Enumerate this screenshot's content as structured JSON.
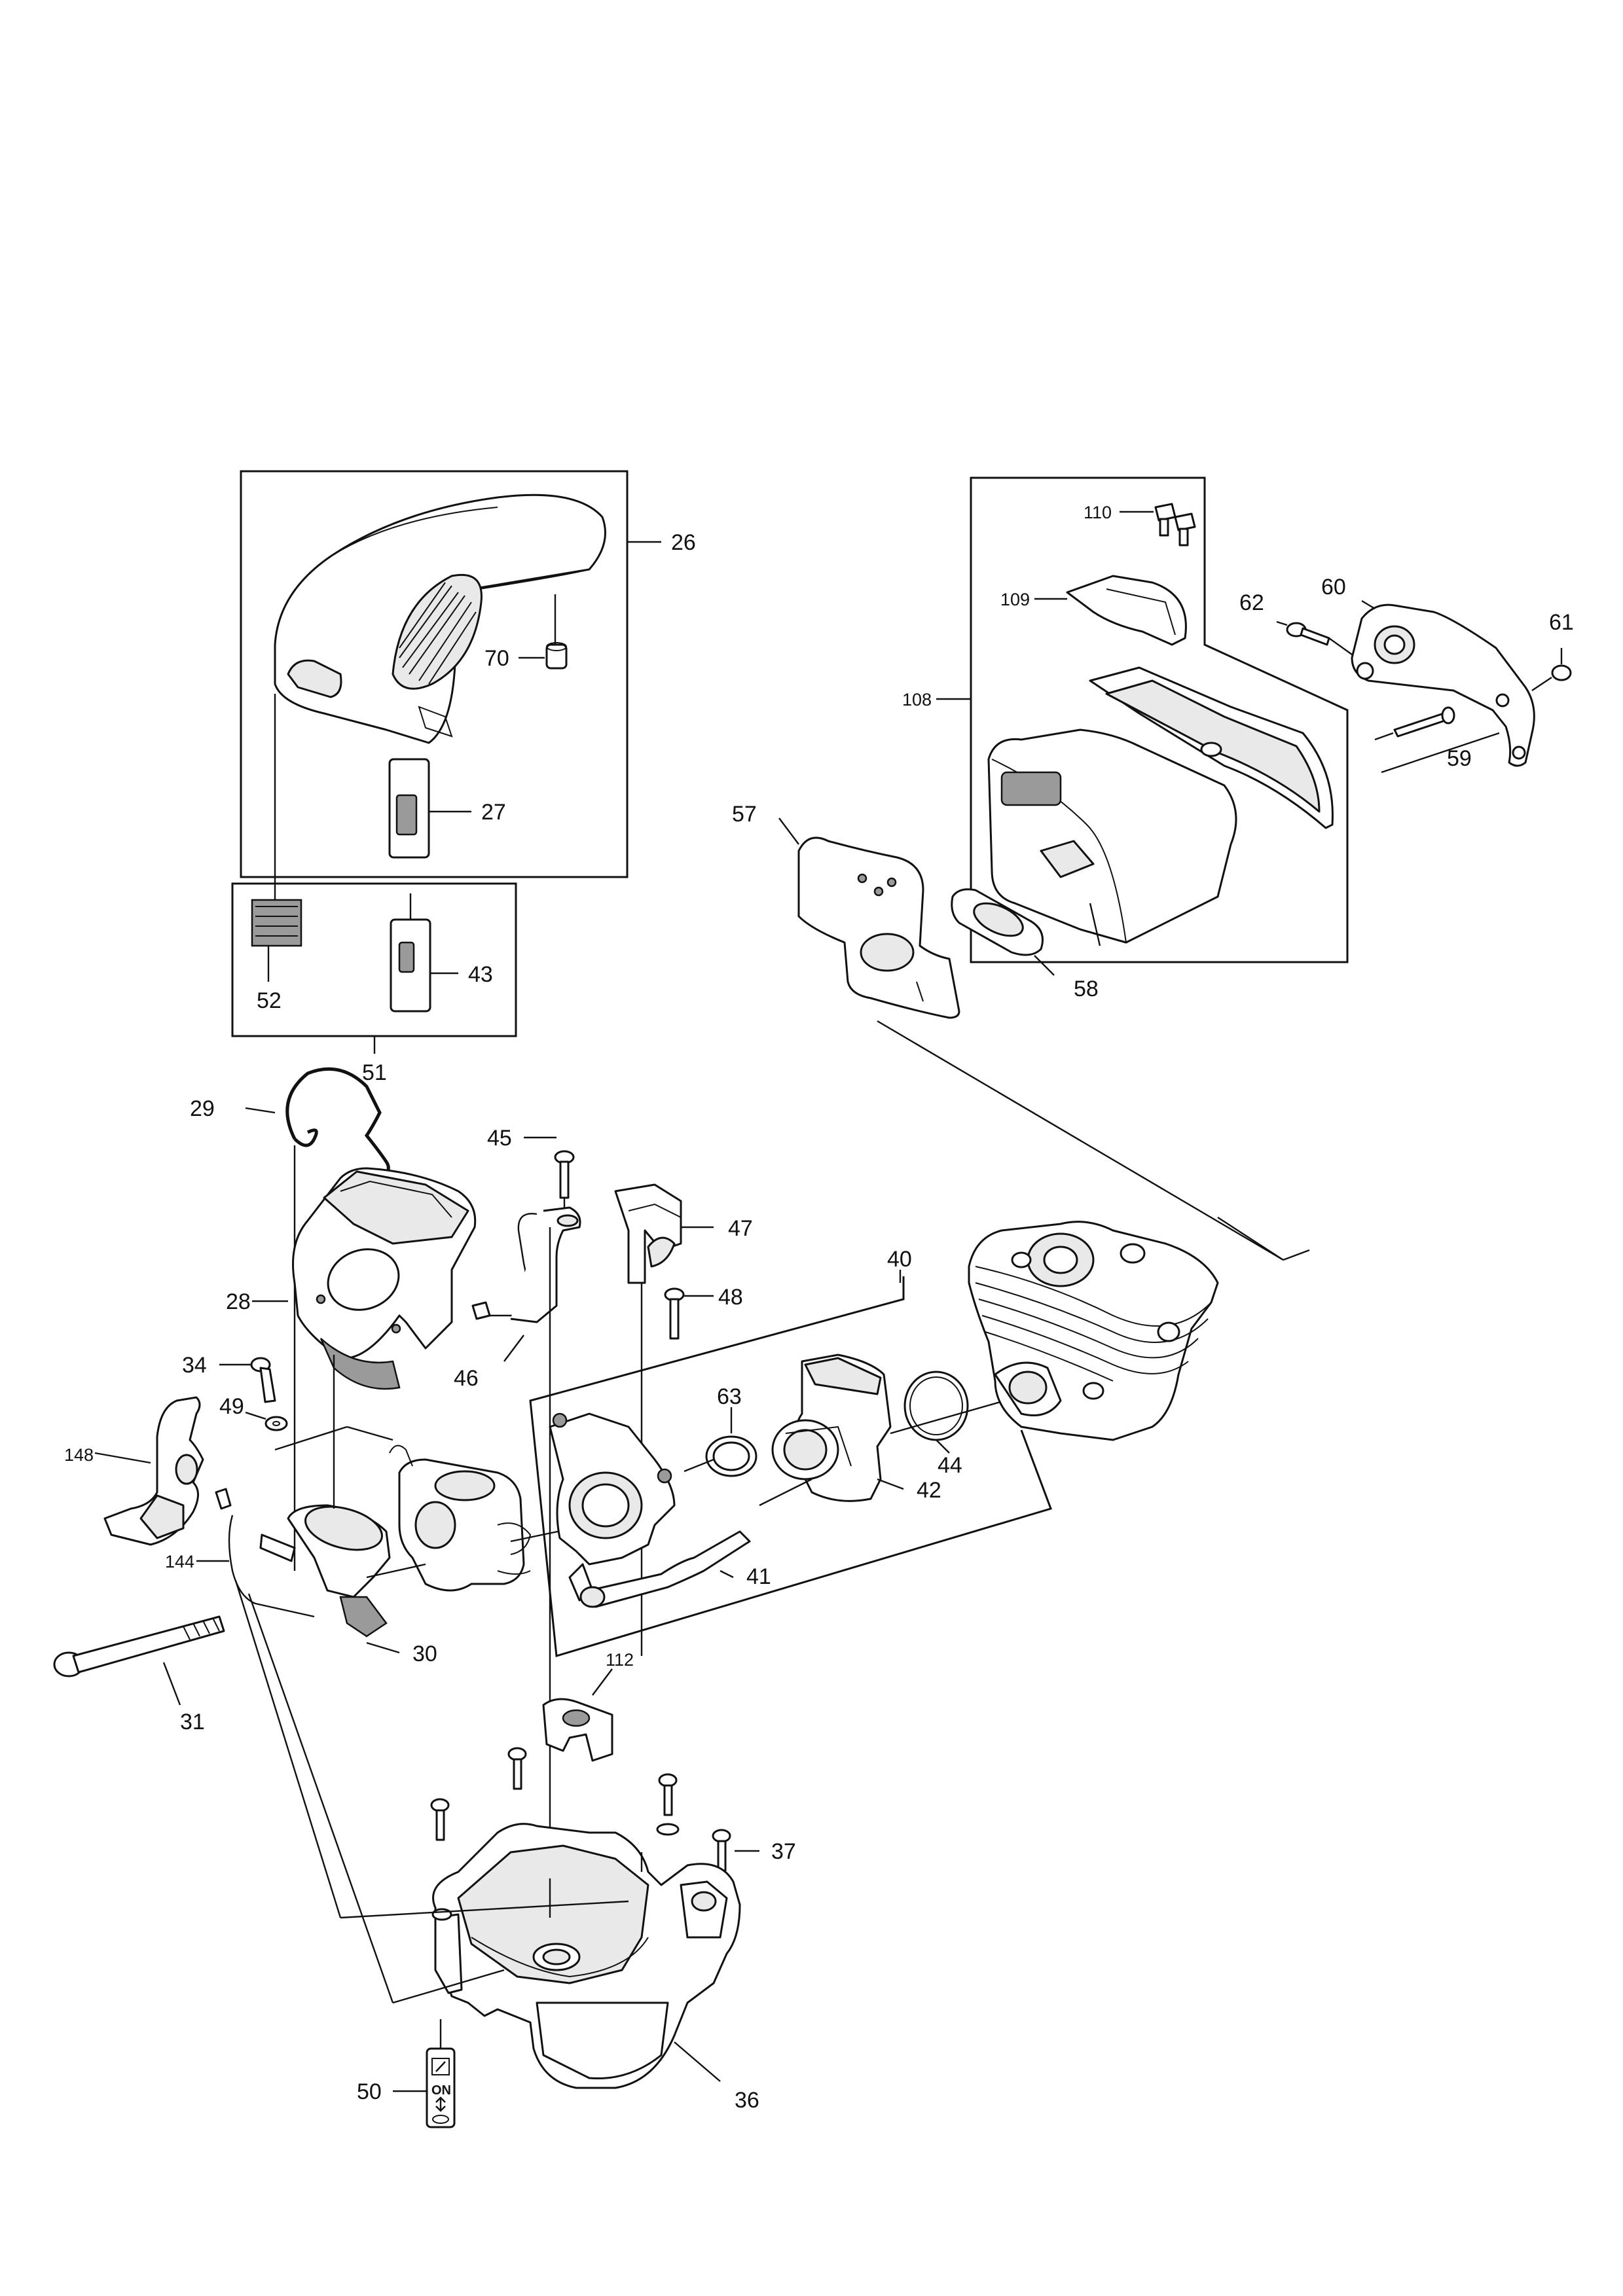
{
  "callouts": {
    "c26": "26",
    "c27": "27",
    "c70": "70",
    "c52": "52",
    "c43": "43",
    "c51": "51",
    "c110": "110",
    "c109": "109",
    "c108": "108",
    "c62": "62",
    "c60": "60",
    "c61": "61",
    "c59": "59",
    "c57": "57",
    "c58": "58",
    "c29": "29",
    "c45": "45",
    "c47": "47",
    "c48": "48",
    "c40": "40",
    "c28": "28",
    "c46": "46",
    "c34": "34",
    "c49": "49",
    "c63": "63",
    "c44": "44",
    "c148": "148",
    "c42": "42",
    "c144": "144",
    "c41": "41",
    "c30": "30",
    "c31": "31",
    "c112": "112",
    "c37": "37",
    "c50": "50",
    "c36": "36"
  },
  "switch_label": {
    "on": "ON"
  }
}
